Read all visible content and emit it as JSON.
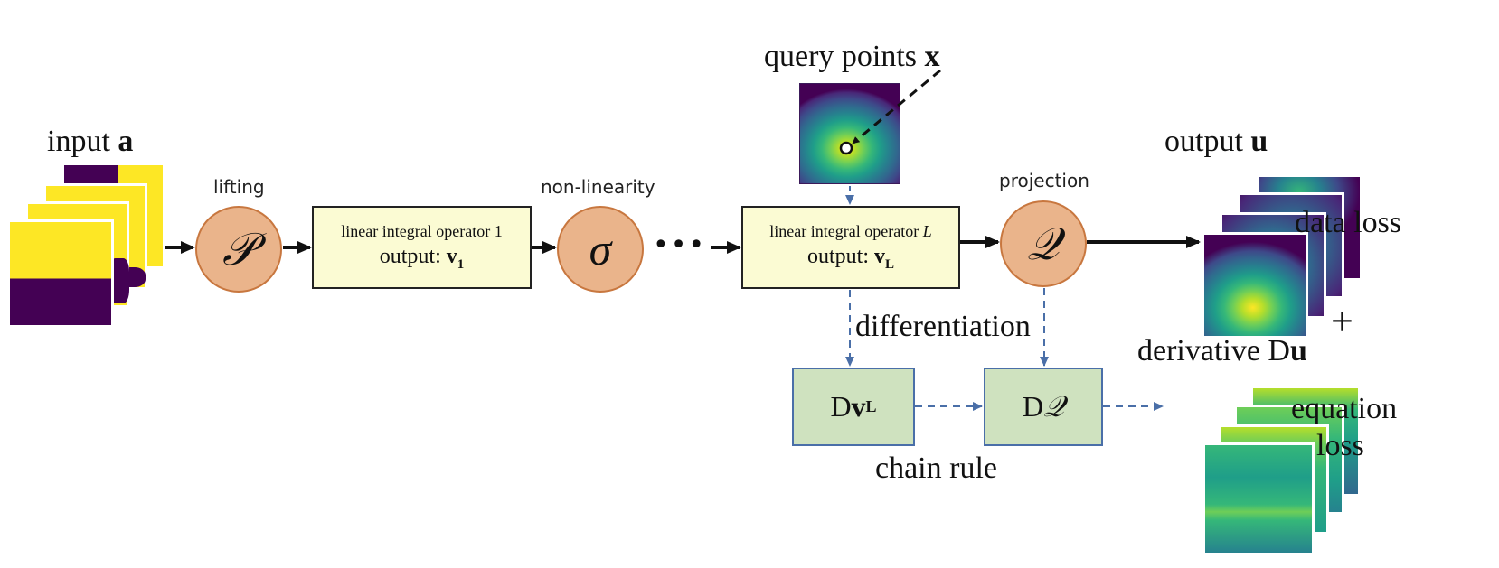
{
  "title": "Physics-informed neural operator pipeline",
  "input": {
    "label_prefix": "input ",
    "label_var": "a"
  },
  "lifting": {
    "label": "lifting",
    "symbol": "𝒫"
  },
  "operator1": {
    "title": "linear integral operator 1",
    "output_prefix": "output: ",
    "output_var": "v",
    "output_sub": "1"
  },
  "nonlinearity": {
    "label": "non-linearity",
    "symbol": "σ"
  },
  "ellipsis": "•••",
  "query": {
    "label_prefix": "query points ",
    "label_var": "x"
  },
  "operatorL": {
    "title_prefix": "linear integral operator ",
    "title_var": "L",
    "output_prefix": "output: ",
    "output_var": "v",
    "output_sub": "L"
  },
  "projection": {
    "label": "projection",
    "symbol": "𝒬"
  },
  "output": {
    "label_prefix": "output ",
    "label_var": "u"
  },
  "data_loss": "data loss",
  "plus": "+",
  "differentiation": "differentiation",
  "dvl": {
    "prefix": "D",
    "var": "v",
    "sub": "L"
  },
  "dq": {
    "prefix": "D",
    "var": "𝒬"
  },
  "chain_rule": "chain rule",
  "derivative": {
    "label_prefix": "derivative D",
    "label_var": "u"
  },
  "equation_loss": {
    "line1": "equation",
    "line2": "loss"
  },
  "colors": {
    "circle_fill": "#eab48b",
    "circle_border": "#c8773f",
    "operator_fill": "#fbfbd3",
    "green_fill": "#cfe2bf",
    "dashed_blue": "#4a6fa8",
    "viridis_dark": "#440154",
    "viridis_yellow": "#fde725"
  }
}
